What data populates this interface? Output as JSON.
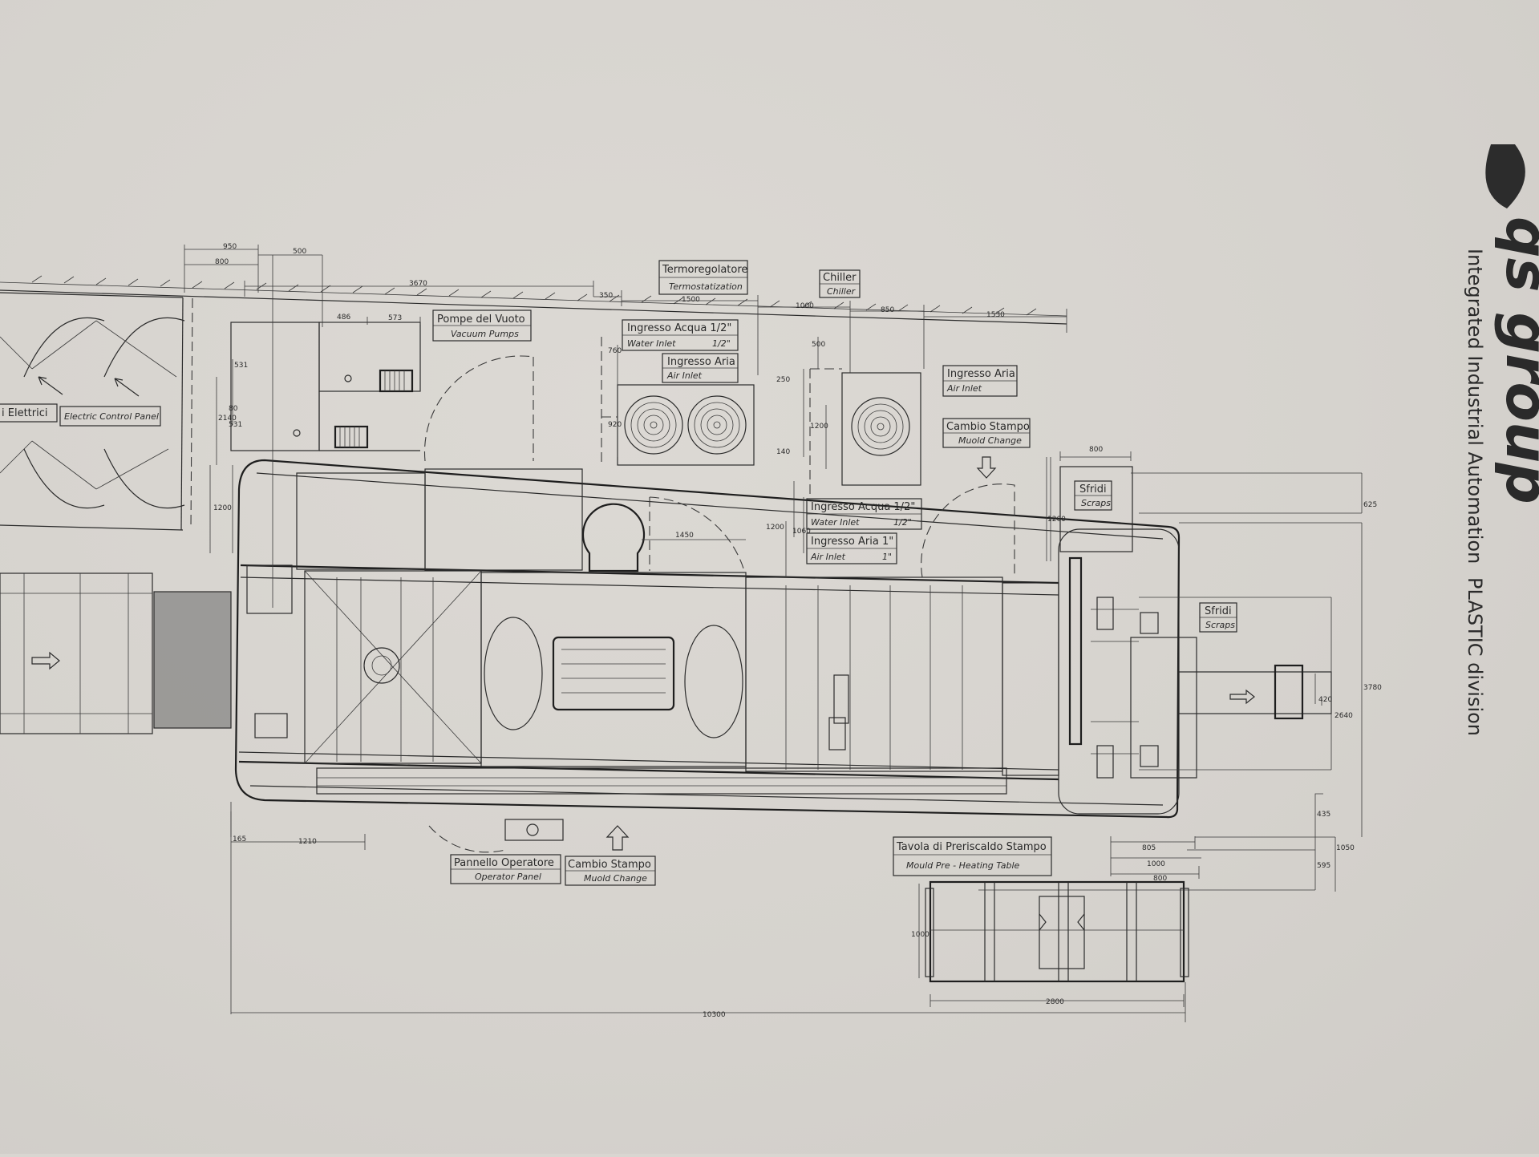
{
  "labels": {
    "termoregolatore": "Termoregolatore",
    "termostatization": "Termostatization",
    "chiller_it": "Chiller",
    "chiller_en": "Chiller",
    "pompe_vuoto": "Pompe del Vuoto",
    "vacuum_pumps": "Vacuum Pumps",
    "ingresso_acqua_1": "Ingresso Acqua 1/2\"",
    "water_inlet_1": "Water Inlet",
    "water_inlet_1_size": "1/2\"",
    "ingresso_aria_1": "Ingresso Aria",
    "air_inlet_1": "Air Inlet",
    "ingresso_aria_2": "Ingresso Aria",
    "air_inlet_2": "Air Inlet",
    "cambio_stampo_1": "Cambio Stampo",
    "mould_change_1": "Muold Change",
    "quadri_elettrici": "i Elettrici",
    "electric_control_panel": "Electric Control Panel",
    "sfridi_1": "Sfridi",
    "scraps_1": "Scraps",
    "sfridi_2": "Sfridi",
    "scraps_2": "Scraps",
    "ingresso_acqua_2": "Ingresso Acqua 1/2\"",
    "water_inlet_2": "Water Inlet",
    "water_inlet_2_size": "1/2\"",
    "ingresso_aria_3": "Ingresso Aria 1\"",
    "air_inlet_3": "Air Inlet",
    "air_inlet_3_size": "1\"",
    "pannello_operatore": "Pannello Operatore",
    "operator_panel": "Operator Panel",
    "cambio_stampo_2": "Cambio Stampo",
    "mould_change_2": "Muold Change",
    "tavola_preriscaldo": "Tavola di Preriscaldo Stampo",
    "mould_preheating": "Mould Pre - Heating Table"
  },
  "dimensions": {
    "d950": "950",
    "d800a": "800",
    "d500a": "500",
    "d3670": "3670",
    "d350": "350",
    "d1500": "1500",
    "d1000a": "1000",
    "d850": "850",
    "d1530": "1530",
    "d486": "486",
    "d573": "573",
    "d531a": "531",
    "d531b": "531",
    "d2140": "2140",
    "d80": "80",
    "d1200a": "1200",
    "d760": "760",
    "d920": "920",
    "d500b": "500",
    "d250": "250",
    "d1200b": "1200",
    "d140": "140",
    "d1450": "1450",
    "d1200c": "1200",
    "d1060": "1060",
    "d1200d": "1200",
    "d800b": "800",
    "d625": "625",
    "d3780": "3780",
    "d2640": "2640",
    "d420": "420",
    "d435": "435",
    "d1050": "1050",
    "d595": "595",
    "d805": "805",
    "d1000b": "1000",
    "d800c": "800",
    "d165": "165",
    "d1210": "1210",
    "d1000c": "1000",
    "d2800": "2800",
    "d10300": "10300"
  },
  "brand": {
    "logo_text": "qs group",
    "tagline": "Integrated Industrial Automation",
    "division": "PLASTIC division"
  }
}
